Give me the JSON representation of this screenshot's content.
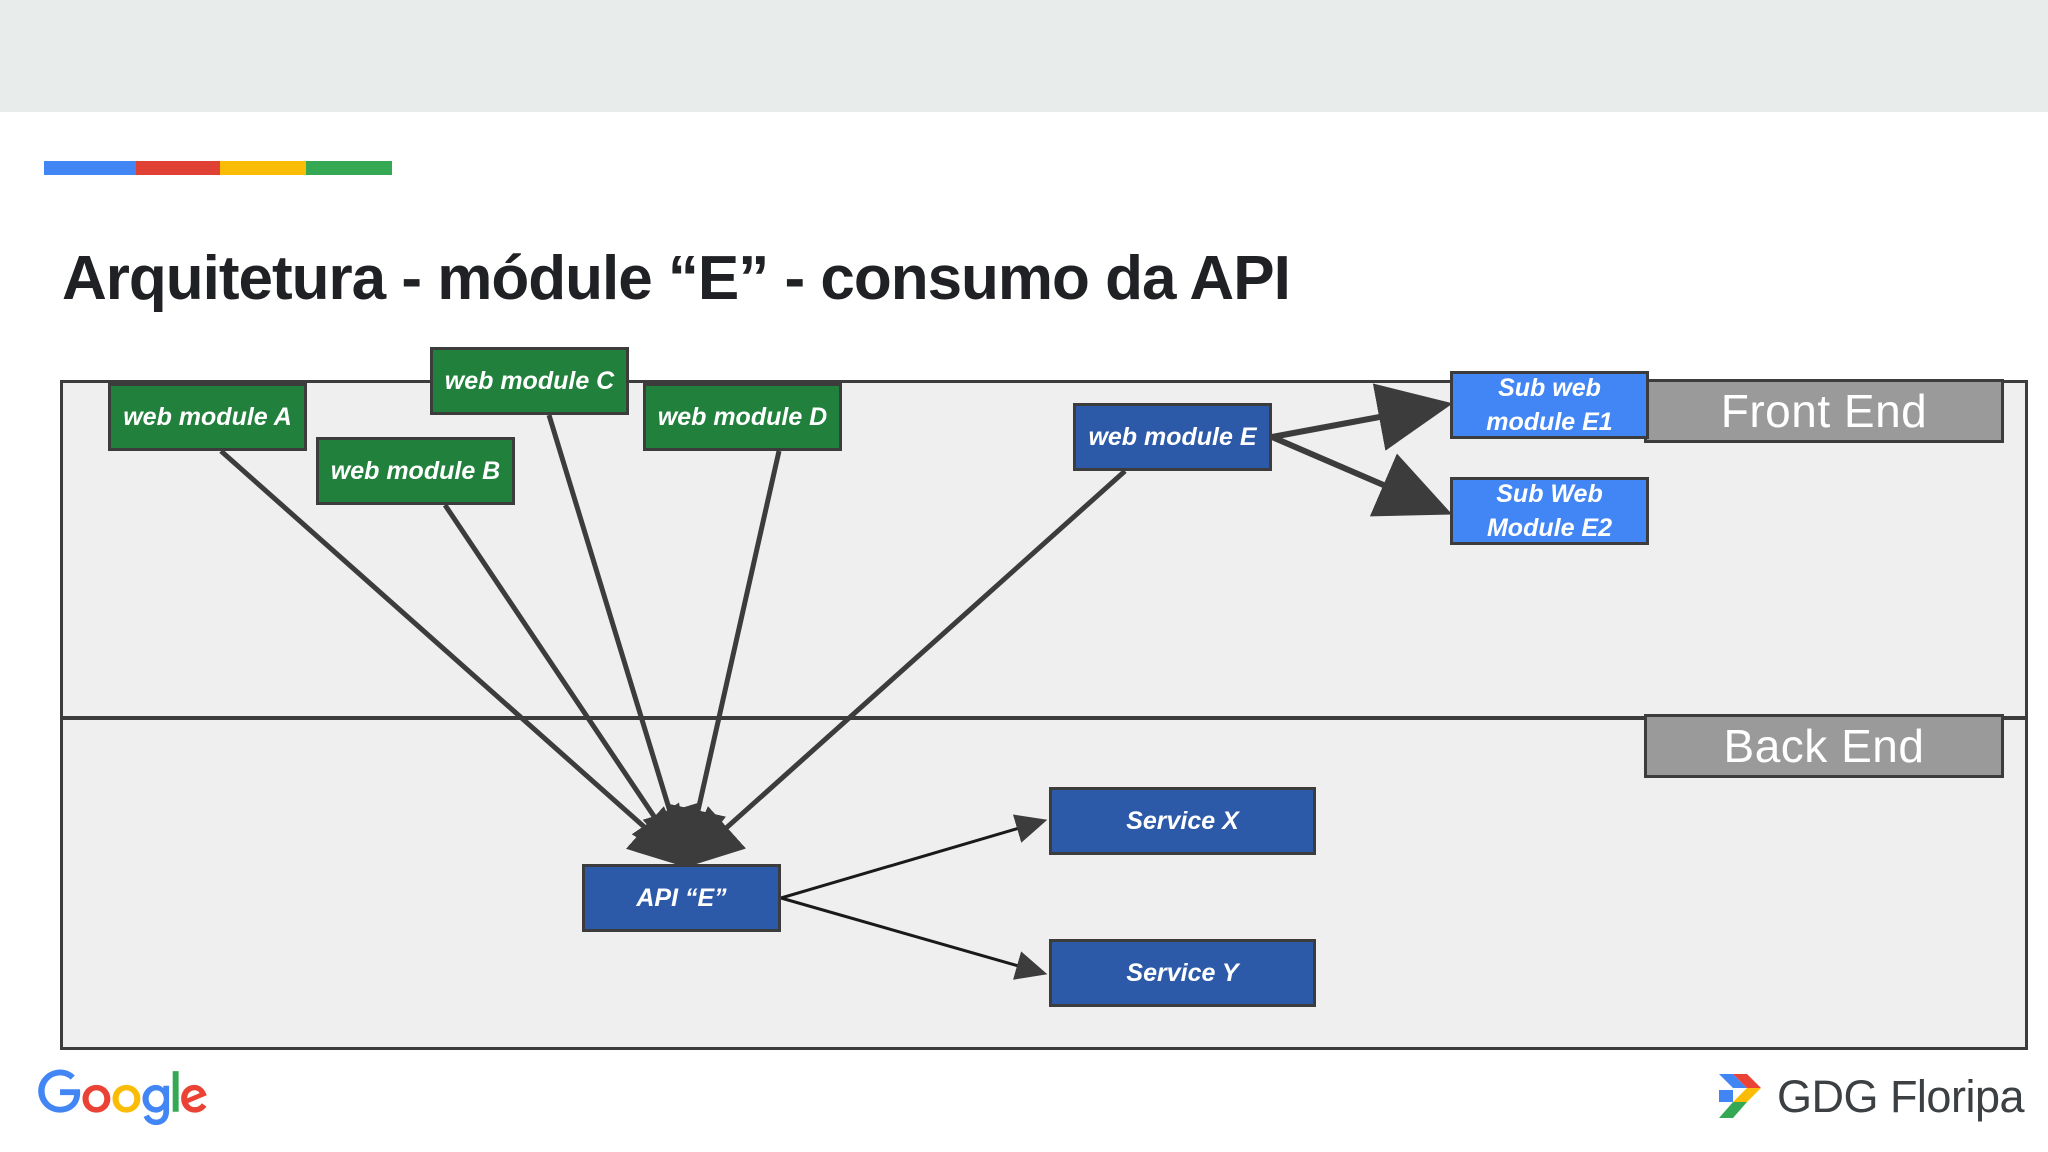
{
  "slide": {
    "title": "Arquitetura - módule “E” - consumo da API",
    "accent_colors": [
      "#4285f4",
      "#e04134",
      "#fbbc05",
      "#34a853"
    ]
  },
  "diagram": {
    "zones": {
      "front_end": "Front End",
      "back_end": "Back End"
    },
    "colors": {
      "green_node": "#20803c",
      "blue_node": "#2d5aa8",
      "light_blue_node": "#4285f4",
      "zone_header": "#9a9a9a",
      "frame_bg": "#efefef",
      "stroke": "#3c3c3c"
    },
    "nodes": {
      "module_a": "web module A",
      "module_b": "web module B",
      "module_c": "web module C",
      "module_d": "web module D",
      "module_e": "web module E",
      "sub_e1": "Sub web module E1",
      "sub_e2": "Sub Web Module E2",
      "api_e": "API  “E”",
      "service_x": "Service X",
      "service_y": "Service Y"
    },
    "edges": [
      {
        "from": "web module A",
        "to": "API  “E”"
      },
      {
        "from": "web module B",
        "to": "API  “E”"
      },
      {
        "from": "web module C",
        "to": "API  “E”"
      },
      {
        "from": "web module D",
        "to": "API  “E”"
      },
      {
        "from": "web module E",
        "to": "API  “E”"
      },
      {
        "from": "web module E",
        "to": "Sub web module E1"
      },
      {
        "from": "web module E",
        "to": "Sub Web Module E2"
      },
      {
        "from": "API  “E”",
        "to": "Service X"
      },
      {
        "from": "API  “E”",
        "to": "Service Y"
      }
    ]
  },
  "footer": {
    "google_logo_text": "Google",
    "gdg_text": "GDG Floripa"
  }
}
